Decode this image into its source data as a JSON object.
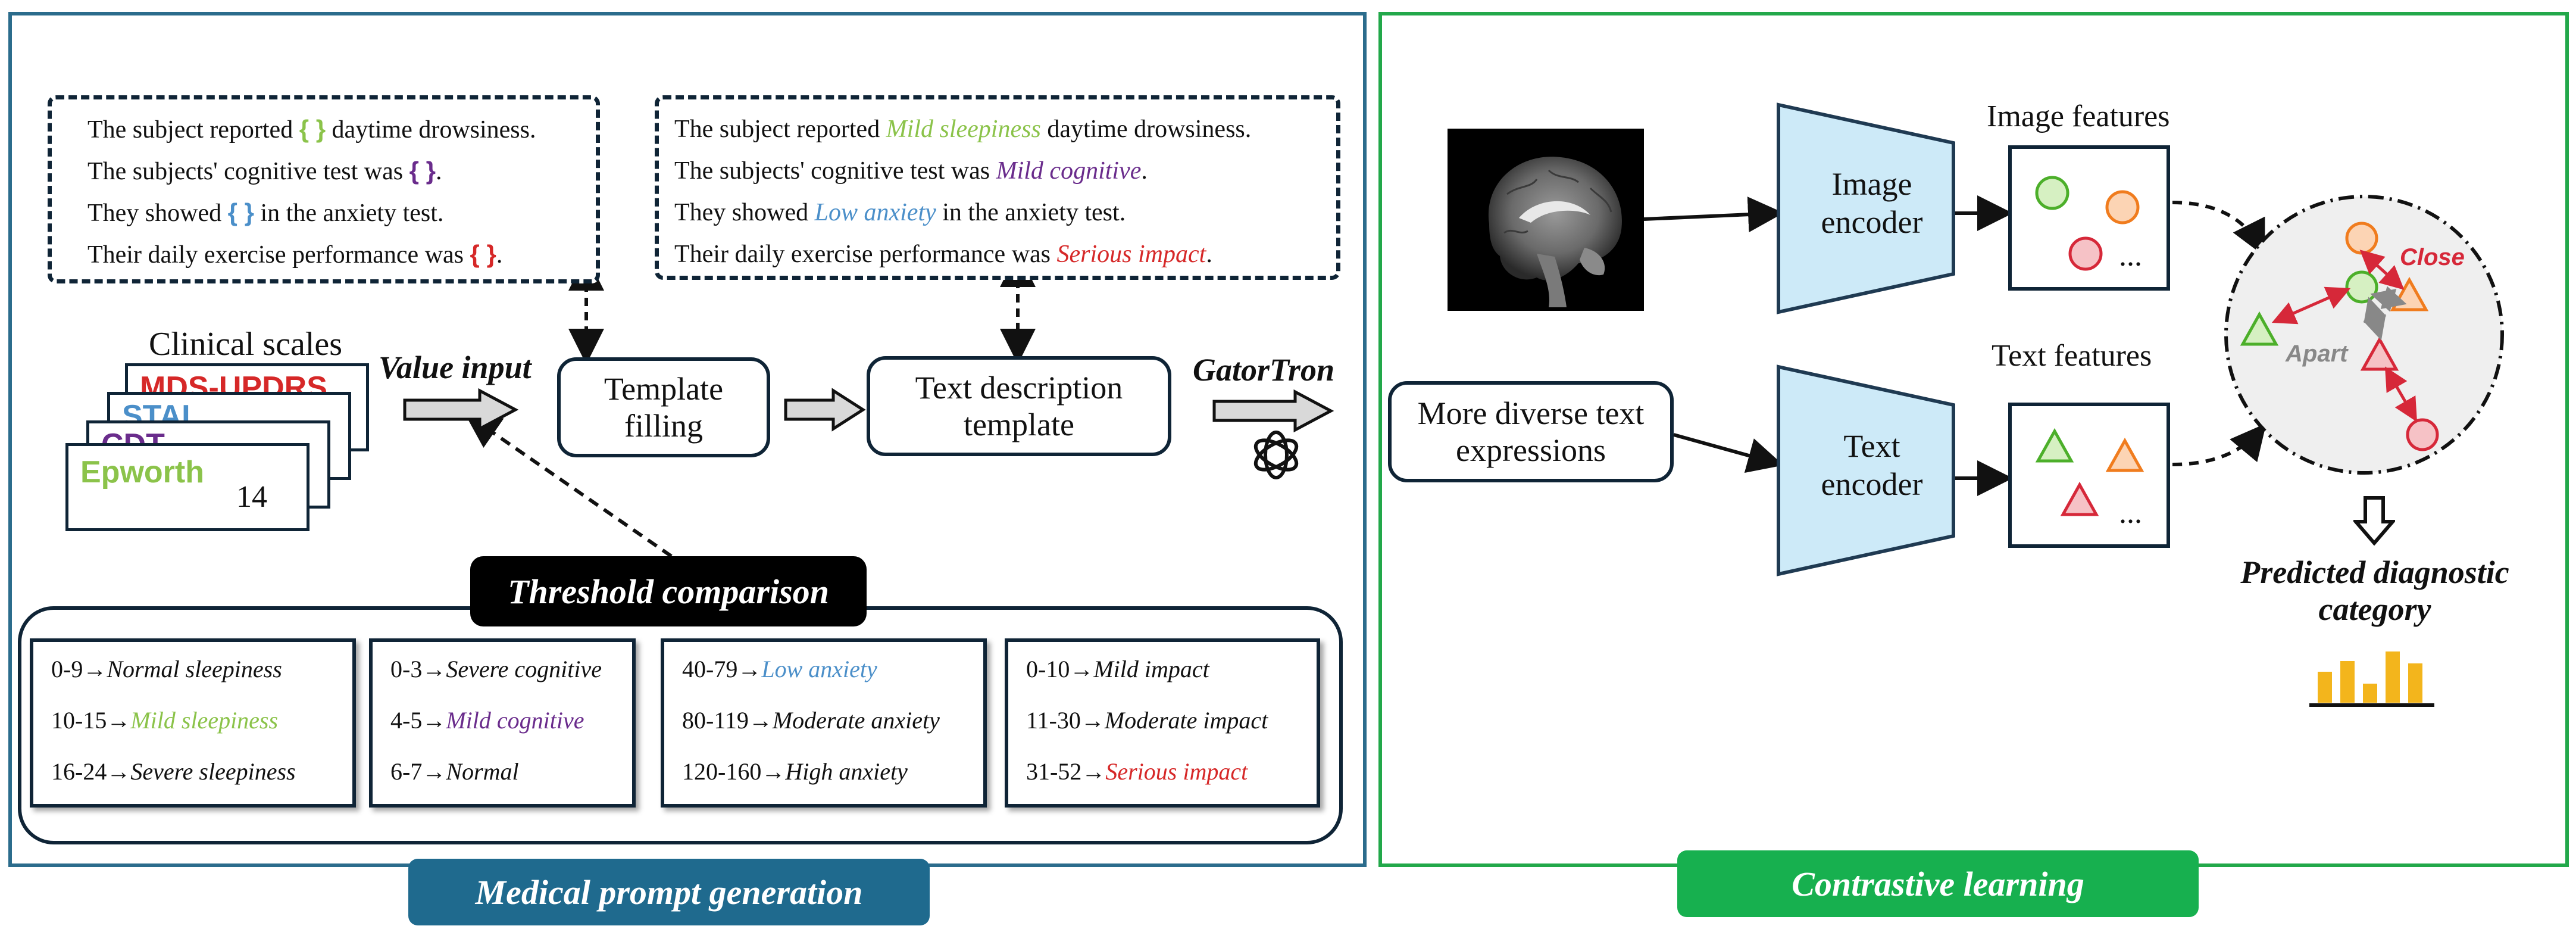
{
  "left_panel": {
    "banner": "Medical prompt generation",
    "template_box": {
      "lines": [
        {
          "pre": "The subject reported ",
          "slot": "{ }",
          "slot_color": "#8bc34a",
          "post": " daytime drowsiness."
        },
        {
          "pre": "The subjects' cognitive test was ",
          "slot": "{ }",
          "slot_color": "#6a2c8c",
          "post": "."
        },
        {
          "pre": "They showed ",
          "slot": "{ }",
          "slot_color": "#4b8fc9",
          "post": " in the anxiety test."
        },
        {
          "pre": "Their daily exercise performance was ",
          "slot": "{ }",
          "slot_color": "#d62828",
          "post": "."
        }
      ]
    },
    "filled_box": {
      "lines": [
        {
          "pre": "The subject reported ",
          "slot": "Mild sleepiness",
          "slot_color": "#8bc34a",
          "post": " daytime drowsiness."
        },
        {
          "pre": "The subjects' cognitive test was ",
          "slot": "Mild cognitive",
          "slot_color": "#6a2c8c",
          "post": "."
        },
        {
          "pre": "They showed ",
          "slot": "Low anxiety",
          "slot_color": "#4b8fc9",
          "post": " in the anxiety test."
        },
        {
          "pre": "Their daily exercise performance was ",
          "slot": "Serious impact",
          "slot_color": "#d62828",
          "post": "."
        }
      ]
    },
    "clinical_scales": {
      "title": "Clinical scales",
      "cards": [
        {
          "label": "MDS-UPDRS",
          "color": "#d62828"
        },
        {
          "label": "STAI",
          "color": "#4b8fc9"
        },
        {
          "label": "CDT",
          "color": "#6a2c8c"
        },
        {
          "label": "Epworth",
          "color": "#8bc34a"
        }
      ],
      "value": "14"
    },
    "value_input_label": "Value input",
    "template_filling": "Template filling",
    "text_description_template": "Text description template",
    "gatortron_label": "GatorTron",
    "threshold": {
      "title": "Threshold comparison",
      "groups": [
        {
          "rows": [
            {
              "range": "0-9",
              "label": "Normal sleepiness",
              "color": "#111111"
            },
            {
              "range": "10-15",
              "label": "Mild sleepiness",
              "color": "#8bc34a"
            },
            {
              "range": "16-24",
              "label": "Severe sleepiness",
              "color": "#111111"
            }
          ]
        },
        {
          "rows": [
            {
              "range": "0-3",
              "label": "Severe cognitive",
              "color": "#111111"
            },
            {
              "range": "4-5",
              "label": "Mild cognitive",
              "color": "#6a2c8c"
            },
            {
              "range": "6-7",
              "label": "Normal",
              "color": "#111111"
            }
          ]
        },
        {
          "rows": [
            {
              "range": "40-79",
              "label": "Low anxiety",
              "color": "#4b8fc9"
            },
            {
              "range": "80-119",
              "label": "Moderate anxiety",
              "color": "#111111"
            },
            {
              "range": "120-160",
              "label": "High anxiety",
              "color": "#111111"
            }
          ]
        },
        {
          "rows": [
            {
              "range": "0-10",
              "label": "Mild impact",
              "color": "#111111"
            },
            {
              "range": "11-30",
              "label": "Moderate impact",
              "color": "#111111"
            },
            {
              "range": "31-52",
              "label": "Serious impact",
              "color": "#d62828"
            }
          ]
        }
      ]
    }
  },
  "right_panel": {
    "banner": "Contrastive learning",
    "image_encoder": "Image encoder",
    "text_encoder": "Text encoder",
    "image_features": "Image features",
    "text_features": "Text features",
    "more_diverse": "More diverse text expressions",
    "ellipsis": "...",
    "close_label": "Close",
    "apart_label": "Apart",
    "predicted": "Predicted diagnostic category",
    "colors": {
      "green": "#4caf2a",
      "orange": "#f07c1e",
      "red": "#d62839",
      "encoder_fill": "#cdeaf8"
    }
  }
}
